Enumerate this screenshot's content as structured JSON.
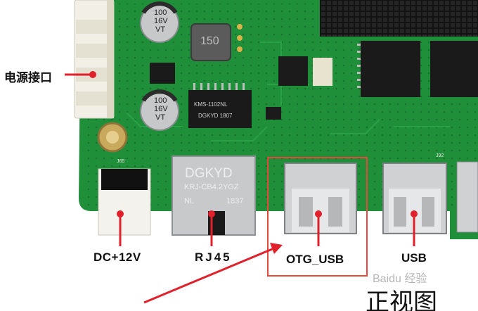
{
  "labels": {
    "power_port": "电源接口",
    "dc_power": "DC+12V",
    "ethernet": "RJ45",
    "otg_usb": "OTG_USB",
    "usb": "USB",
    "front_view": "正视图"
  },
  "components": {
    "capacitor_value": "100",
    "capacitor_voltage": "16V",
    "capacitor_mark": "VT",
    "inductor_code": "150",
    "magnetics_part": "KMS-1102NL",
    "magnetics_code": "DGKYD 1807",
    "jack_brand": "DGKYD",
    "jack_part": "KRJ-CB4.2YGZ",
    "jack_nl": "NL",
    "jack_date": "1837",
    "ref_j65": "J65",
    "ref_j92": "J92"
  },
  "watermark": "Baidu 经验",
  "colors": {
    "pcb": "#1f8f3a",
    "pcb_dark": "#15702b",
    "marker_red": "#e0202a",
    "highlight_box": "#e8473a",
    "heatsink": "#141414",
    "connector_white": "#f1efe6",
    "metal": "#c7c9cb"
  }
}
